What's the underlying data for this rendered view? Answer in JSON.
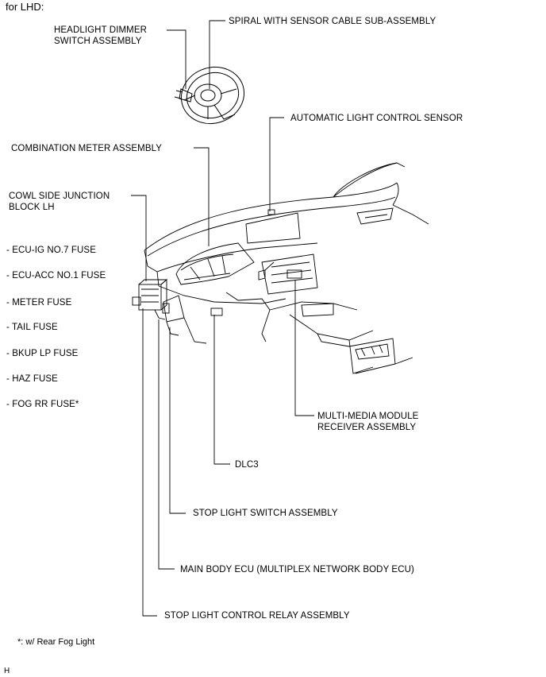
{
  "header": {
    "variant": "for LHD:"
  },
  "labels": {
    "headlight_dimmer": "HEADLIGHT DIMMER\nSWITCH ASSEMBLY",
    "spiral_cable": "SPIRAL WITH SENSOR CABLE SUB-ASSEMBLY",
    "auto_light_sensor": "AUTOMATIC LIGHT CONTROL SENSOR",
    "combination_meter": "COMBINATION METER ASSEMBLY",
    "cowl_junction": "COWL SIDE JUNCTION\nBLOCK LH",
    "multimedia": "MULTI-MEDIA MODULE\nRECEIVER ASSEMBLY",
    "dlc3": "DLC3",
    "stop_light_switch": "STOP LIGHT SWITCH ASSEMBLY",
    "main_body_ecu": "MAIN BODY ECU (MULTIPLEX NETWORK BODY ECU)",
    "stop_light_relay": "STOP LIGHT CONTROL RELAY ASSEMBLY"
  },
  "fuses": [
    "- ECU-IG NO.7 FUSE",
    "- ECU-ACC NO.1 FUSE",
    "- METER FUSE",
    "- TAIL FUSE",
    "- BKUP LP FUSE",
    "- HAZ FUSE",
    "- FOG RR FUSE*"
  ],
  "footnote": "*: w/ Rear Fog Light",
  "corner_mark": "H"
}
